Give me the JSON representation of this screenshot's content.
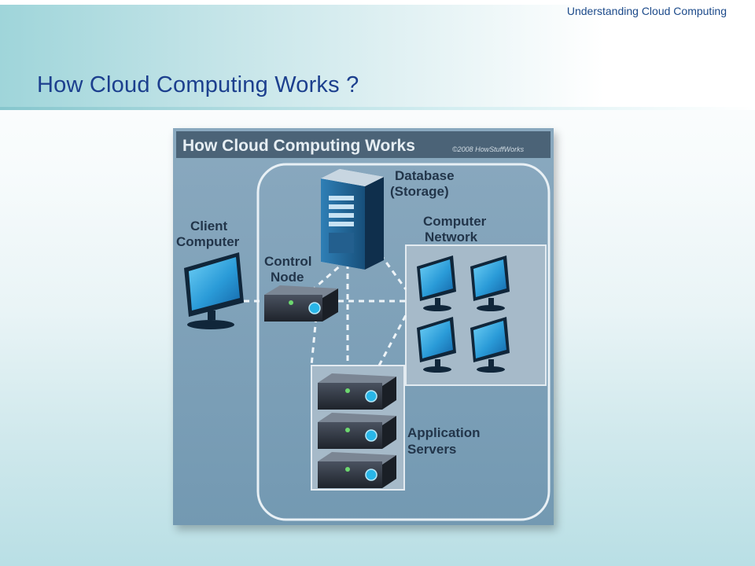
{
  "slide": {
    "top_label": "Understanding Cloud Computing",
    "title": "How Cloud Computing Works ?"
  },
  "figure": {
    "banner_title": "How Cloud Computing Works",
    "copyright": "©2008 HowStuffWorks",
    "labels": {
      "database_line1": "Database",
      "database_line2": "(Storage)",
      "client_line1": "Client",
      "client_line2": "Computer",
      "control_line1": "Control",
      "control_line2": "Node",
      "network_line1": "Computer",
      "network_line2": "Network",
      "app_line1": "Application",
      "app_line2": "Servers"
    },
    "colors": {
      "background": "#7fa1b8",
      "banner": "#4b6377",
      "label_text": "#22354a",
      "screen": "#2d9fd8"
    }
  }
}
